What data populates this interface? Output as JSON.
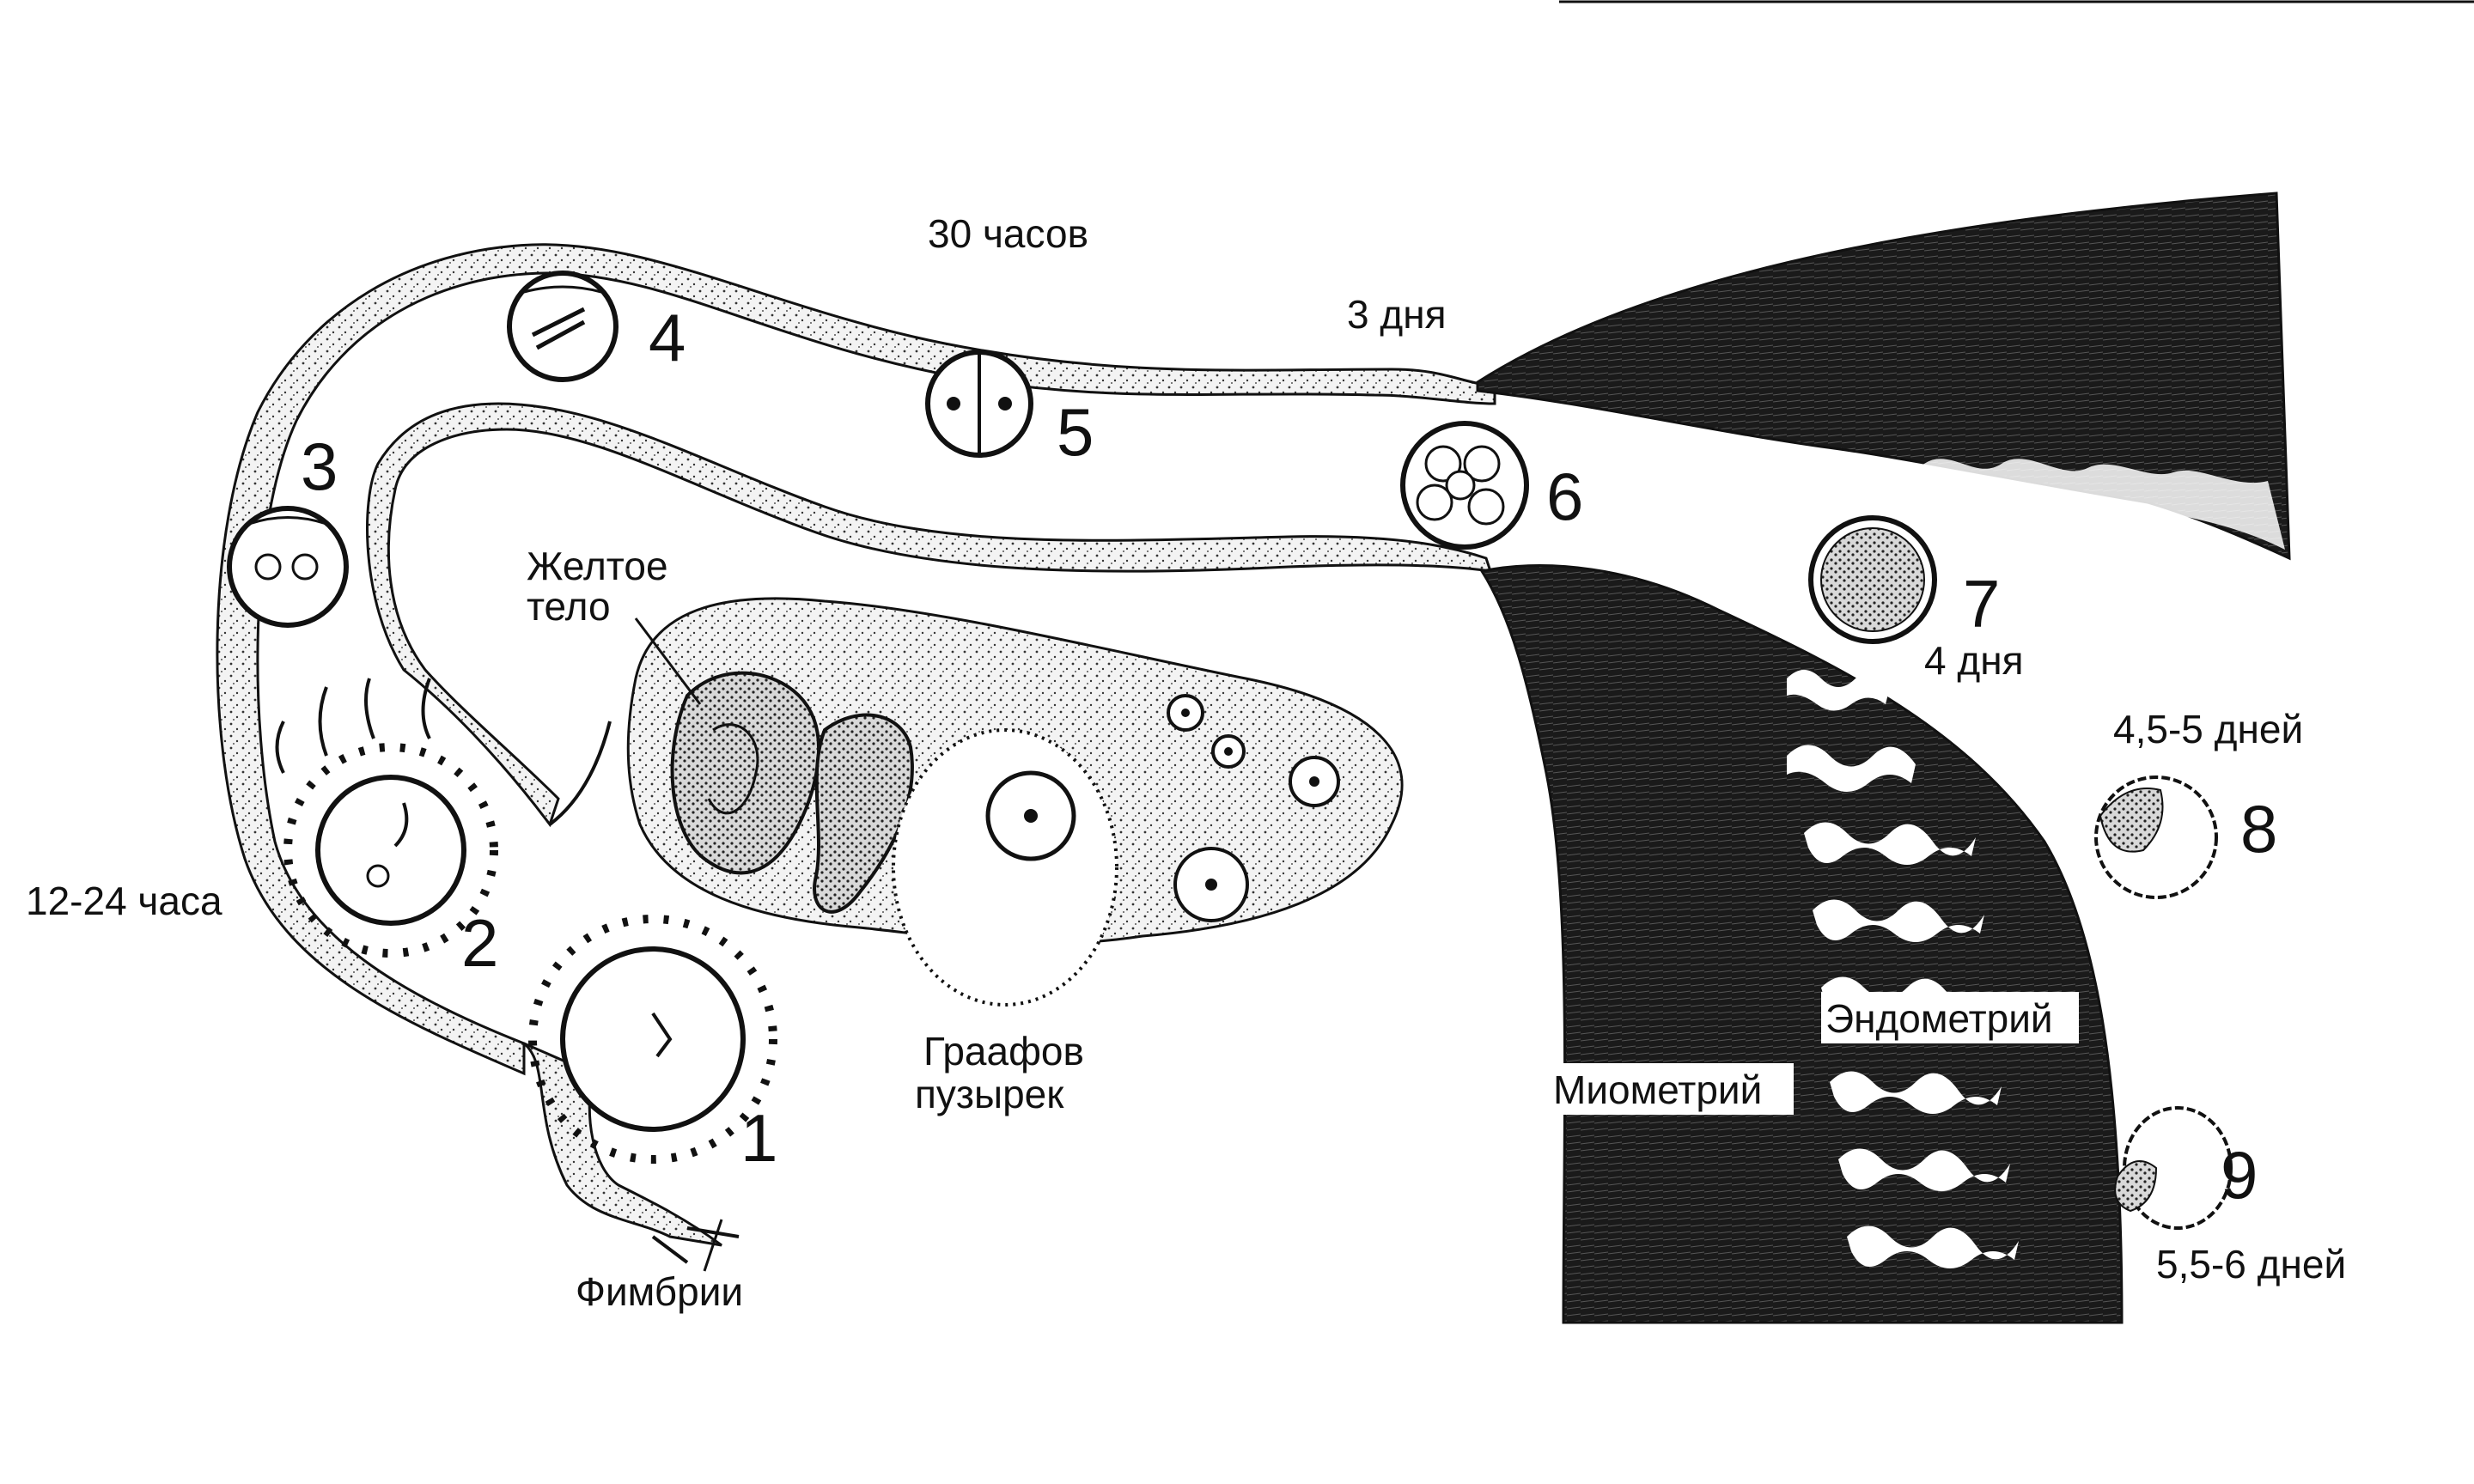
{
  "stages": [
    {
      "number": "1",
      "time": ""
    },
    {
      "number": "2",
      "time": "12-24 часа"
    },
    {
      "number": "3",
      "time": ""
    },
    {
      "number": "4",
      "time": "30 часов"
    },
    {
      "number": "5",
      "time": ""
    },
    {
      "number": "6",
      "time": "3 дня"
    },
    {
      "number": "7",
      "time": "4 дня"
    },
    {
      "number": "8",
      "time": "4,5-5 дней"
    },
    {
      "number": "9",
      "time": "5,5-6 дней"
    }
  ],
  "labels": {
    "corpus_luteum_line1": "Желтое",
    "corpus_luteum_line2": "тело",
    "graafian_line1": "Граафов",
    "graafian_line2": "пузырек",
    "fimbriae": "Фимбрии",
    "myometrium": "Миометрий",
    "endometrium": "Эндометрий"
  },
  "colors": {
    "ink": "#111111",
    "paper": "#ffffff",
    "tissue_dark": "#1a1a1a"
  }
}
